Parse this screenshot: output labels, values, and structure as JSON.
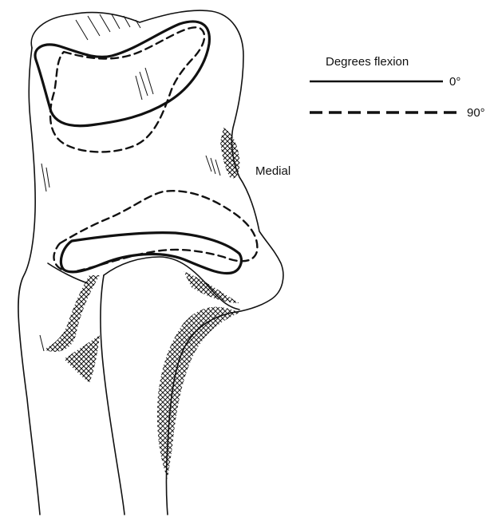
{
  "legend": {
    "title": "Degrees flexion",
    "entries": [
      {
        "label": "0°",
        "line_style": "solid"
      },
      {
        "label": "90°",
        "line_style": "dashed"
      }
    ]
  },
  "annotations": {
    "side_label": "Medial"
  },
  "colors": {
    "ink": "#111111",
    "paper": "#ffffff"
  }
}
